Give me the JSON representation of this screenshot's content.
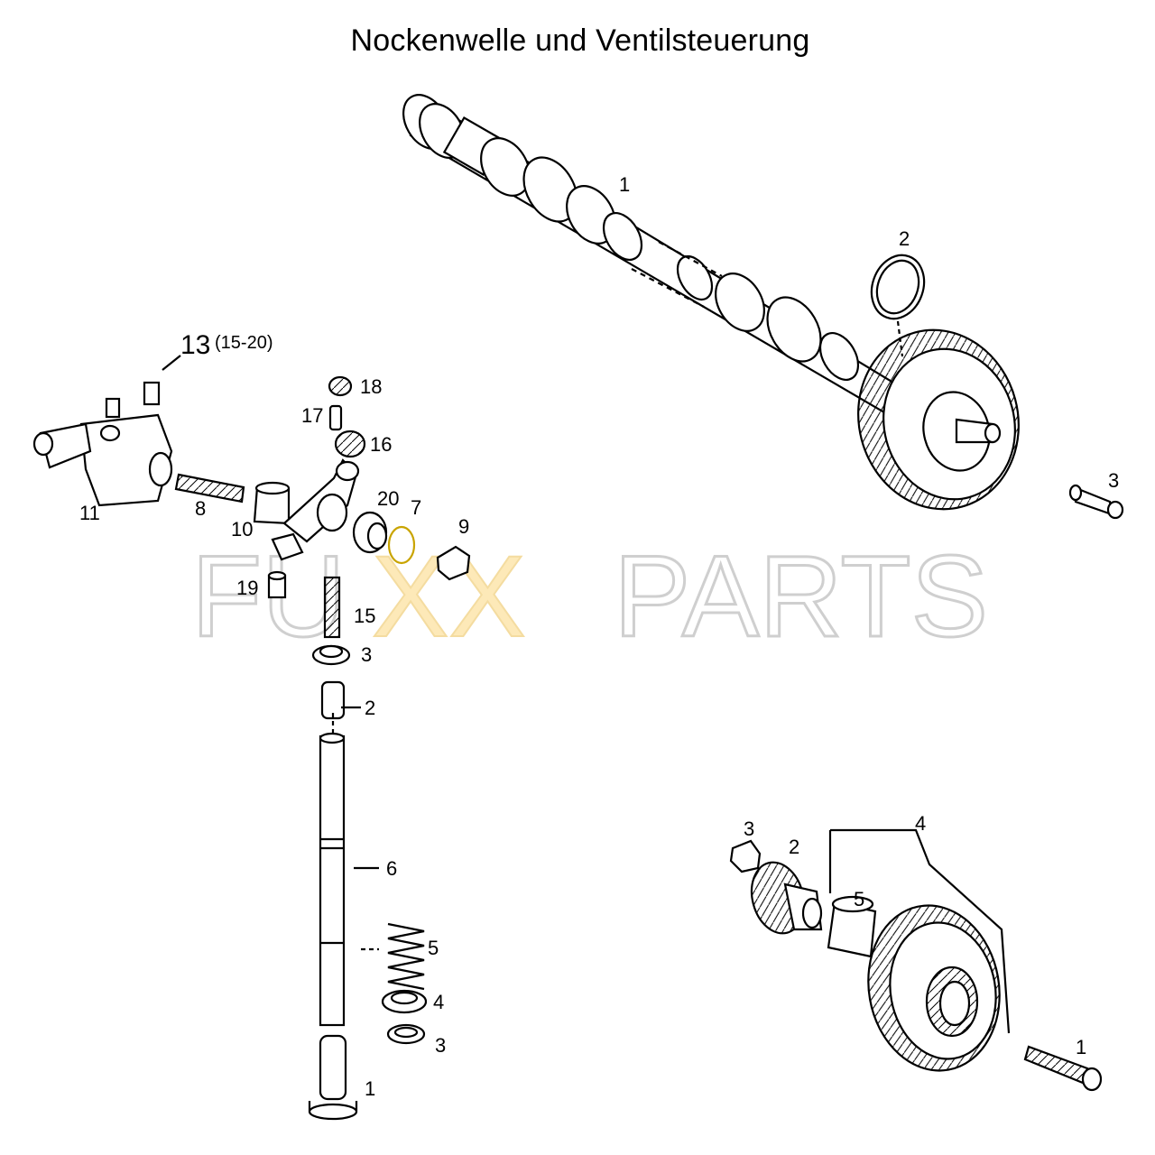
{
  "title": "Nockenwelle und Ventilsteuerung",
  "watermark": {
    "part1": "FU",
    "part2": "XX",
    "part3": "PARTS",
    "colors": {
      "outline": "#d9d9d9",
      "accent": "#fde9b8"
    }
  },
  "camshaft": {
    "labels": [
      "1",
      "2",
      "3"
    ]
  },
  "rocker": {
    "labels": [
      "13",
      "(15-20)",
      "18",
      "17",
      "16",
      "20",
      "7",
      "9",
      "8",
      "10",
      "11",
      "19",
      "15",
      "3",
      "2",
      "6",
      "5",
      "4",
      "3",
      "1"
    ]
  },
  "gear_assembly": {
    "labels": [
      "3",
      "2",
      "4",
      "5",
      "1"
    ]
  }
}
